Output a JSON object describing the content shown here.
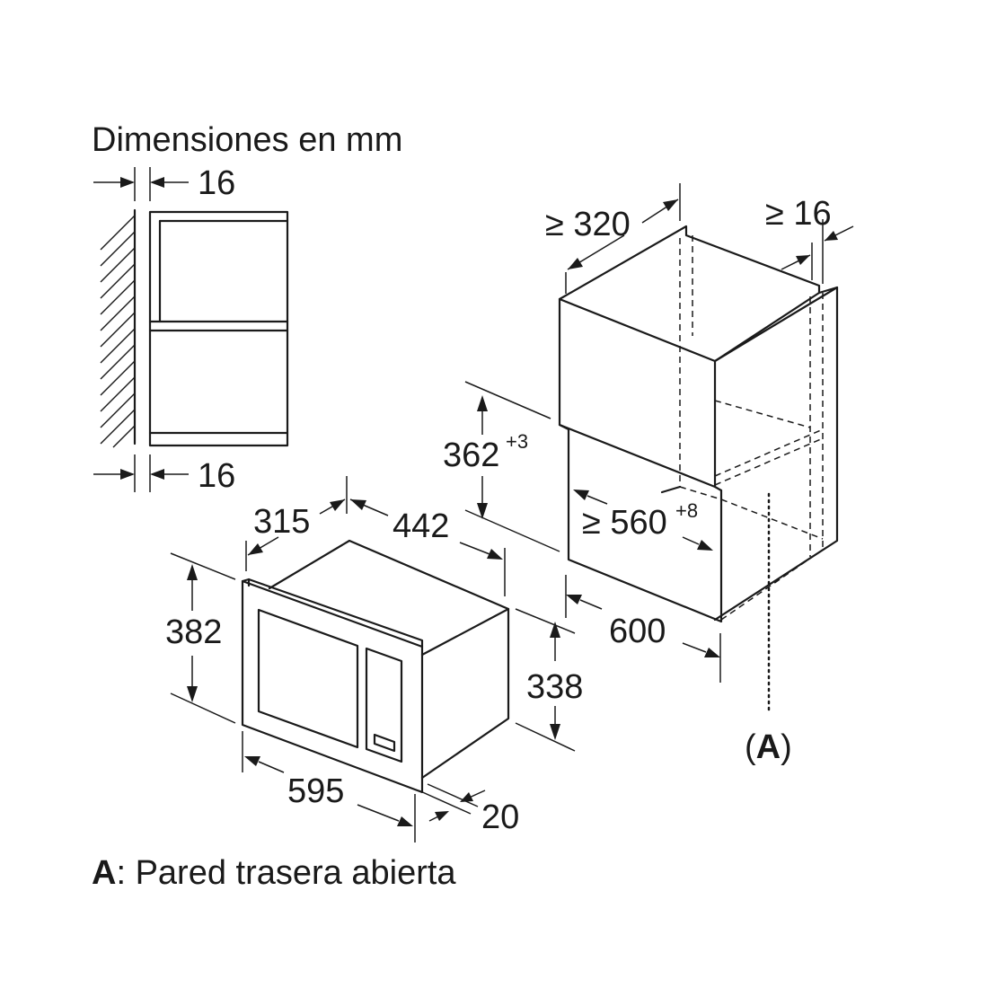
{
  "title": "Dimensiones en mm",
  "side_view": {
    "top_gap": "16",
    "bottom_gap": "16"
  },
  "microwave": {
    "depth": "315",
    "width_body": "442",
    "height_front": "382",
    "height_body": "338",
    "width_front": "595",
    "front_depth": "20"
  },
  "cabinet": {
    "min_depth": "≥ 320",
    "min_side": "≥ 16",
    "niche_height": "362",
    "niche_height_tol": "+3",
    "niche_width": "≥ 560",
    "niche_width_tol": "+8",
    "cabinet_width": "600",
    "marker": "(A)",
    "marker_letter": "A"
  },
  "legend": {
    "key": "A",
    "text": ": Pared trasera abierta"
  }
}
